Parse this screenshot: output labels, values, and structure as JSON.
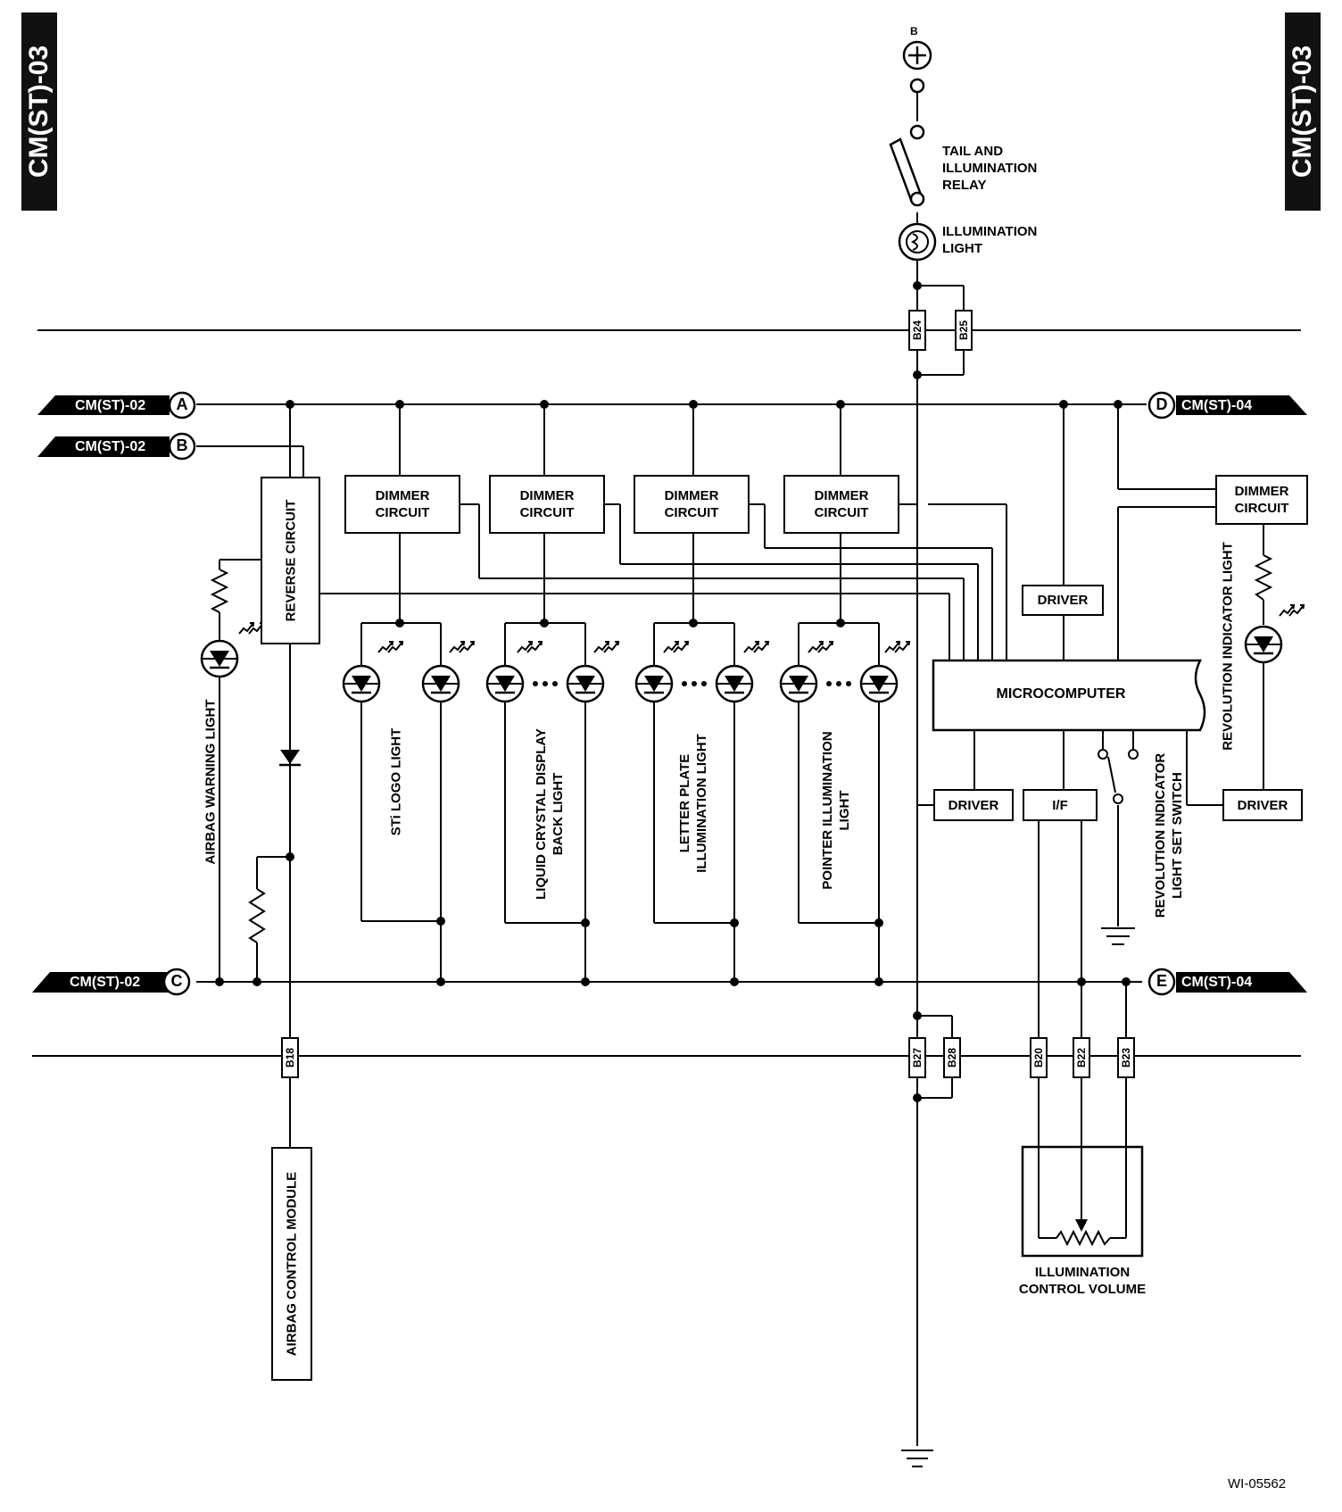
{
  "page_code": "CM(ST)-03",
  "figure_id": "WI-05562",
  "power": {
    "terminal": "B",
    "relay": "TAIL AND\nILLUMINATION\nRELAY",
    "lamp": "ILLUMINATION\nLIGHT"
  },
  "connectors": [
    "B24",
    "B25",
    "B18",
    "B27",
    "B28",
    "B20",
    "B22",
    "B23"
  ],
  "refs": {
    "A": {
      "letter": "A",
      "page": "CM(ST)-02"
    },
    "B": {
      "letter": "B",
      "page": "CM(ST)-02"
    },
    "C": {
      "letter": "C",
      "page": "CM(ST)-02"
    },
    "D": {
      "letter": "D",
      "page": "CM(ST)-04"
    },
    "E": {
      "letter": "E",
      "page": "CM(ST)-04"
    }
  },
  "blocks": {
    "dimmer": "DIMMER\nCIRCUIT",
    "reverse": "REVERSE CIRCUIT",
    "driver": "DRIVER",
    "interface": "I/F",
    "microcomputer": "MICROCOMPUTER",
    "airbag_module": "AIRBAG CONTROL MODULE"
  },
  "lights": {
    "airbag_warning": "AIRBAG WARNING LIGHT",
    "sti_logo": "STi LOGO LIGHT",
    "lcd_back": "LIQUID CRYSTAL DISPLAY\nBACK LIGHT",
    "letter_plate": "LETTER PLATE\nILLUMINATION LIGHT",
    "pointer": "POINTER ILLUMINATION\nLIGHT",
    "revolution": "REVOLUTION INDICATOR LIGHT"
  },
  "switch": "REVOLUTION INDICATOR\nLIGHT SET SWITCH",
  "volume": "ILLUMINATION\nCONTROL VOLUME"
}
